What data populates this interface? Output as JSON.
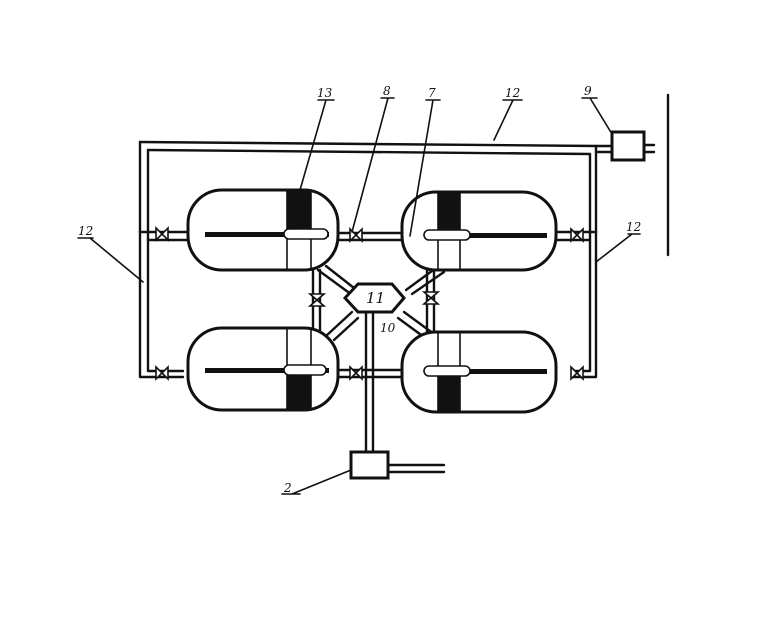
{
  "labels": {
    "l13": "13",
    "l8": "8",
    "l7": "7",
    "l12_top": "12",
    "l9": "9",
    "l12_left": "12",
    "l12_right": "12",
    "l11": "11",
    "l10": "10",
    "l2": "2"
  }
}
